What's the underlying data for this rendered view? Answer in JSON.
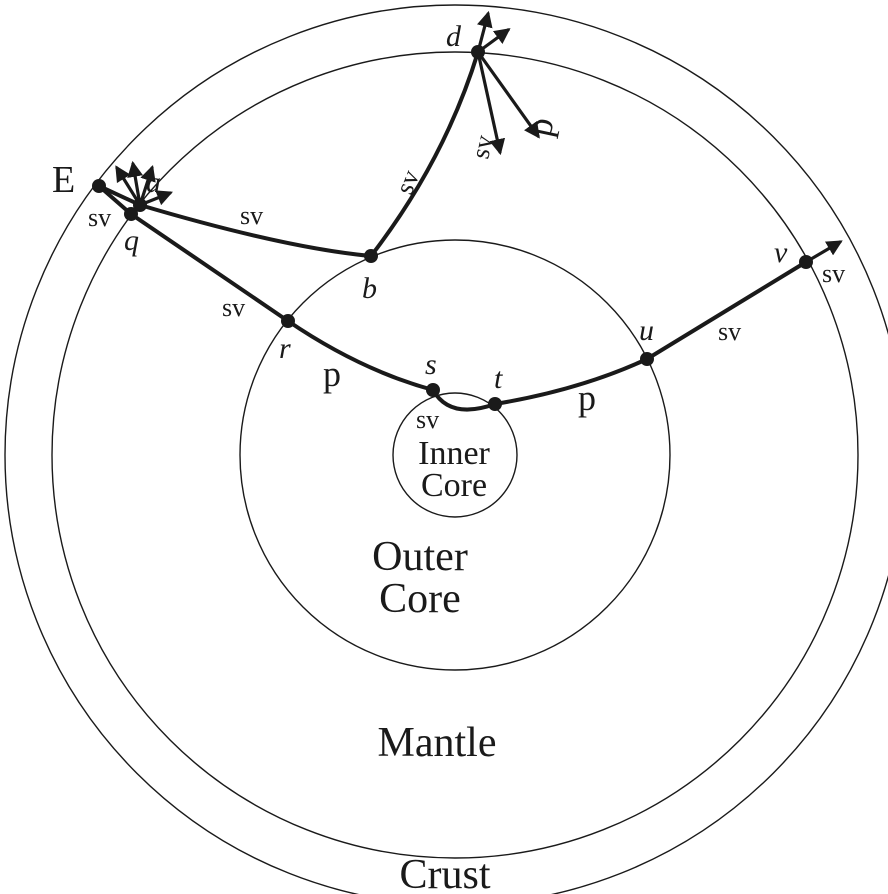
{
  "layers": {
    "crust": "Crust",
    "mantle": "Mantle",
    "outer_core_line1": "Outer",
    "outer_core_line2": "Core",
    "inner_core_line1": "Inner",
    "inner_core_line2": "Core"
  },
  "source": "E",
  "points": {
    "a": "a",
    "b": "b",
    "d": "d",
    "q": "q",
    "r": "r",
    "s": "s",
    "t": "t",
    "u": "u",
    "v": "v"
  },
  "wave_labels": {
    "sv": "sv",
    "p": "p"
  },
  "colors": {
    "ink": "#1a1a1a",
    "background": "#ffffff"
  }
}
